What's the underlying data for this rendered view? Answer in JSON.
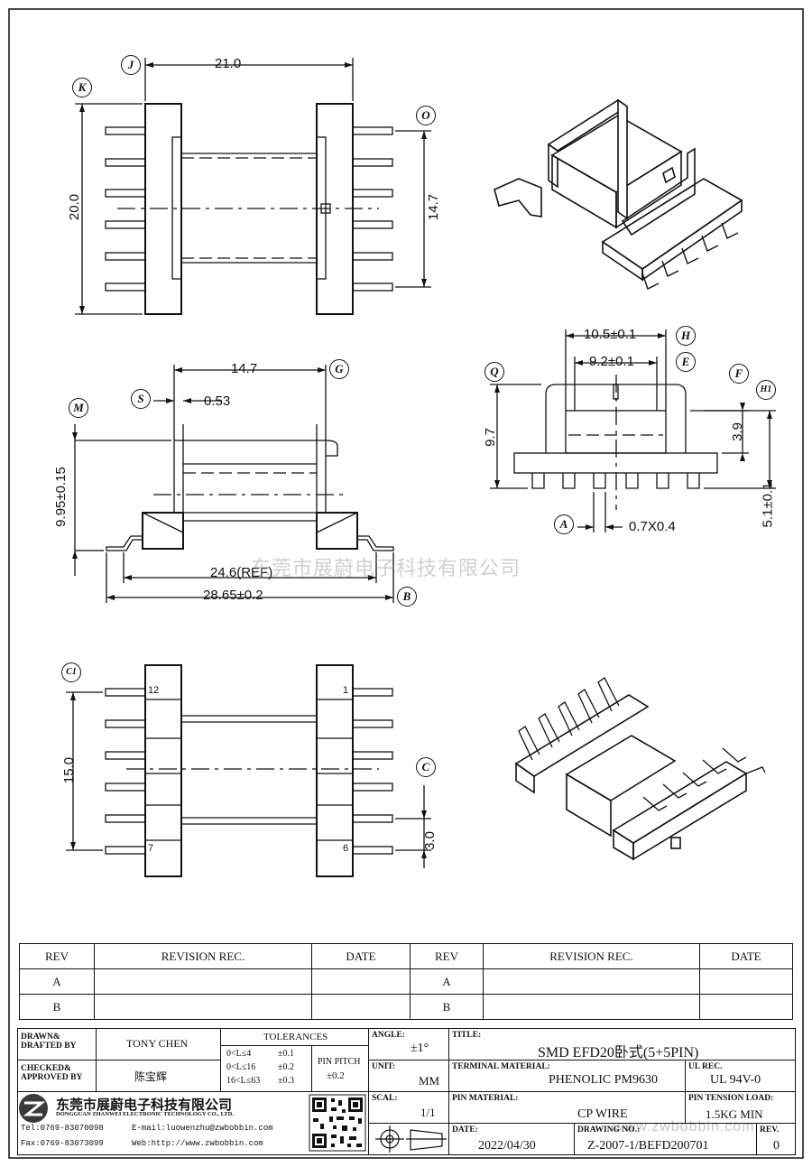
{
  "dims": {
    "top_width": "21.0",
    "top_height": "20.0",
    "top_pitch": "14.7",
    "front_width": "14.7",
    "front_offset": "0.53",
    "front_height": "9.95±0.15",
    "ref_width": "24.6(REF)",
    "total_width": "28.65±0.2",
    "side_outer": "10.5±0.1",
    "side_inner": "9.2±0.1",
    "side_height": "9.7",
    "side_gap": "3.9",
    "side_total": "5.1±0.1",
    "pin_size": "0.7X0.4",
    "bottom_height": "15.0",
    "bottom_pitch": "3.0"
  },
  "bubbles": {
    "J": "J",
    "K": "K",
    "O": "O",
    "S": "S",
    "G": "G",
    "M": "M",
    "B": "B",
    "H": "H",
    "E": "E",
    "Q": "Q",
    "F": "F",
    "H1": "H1",
    "A": "A",
    "C1": "C1",
    "C": "C"
  },
  "pins": {
    "p12": "12",
    "p1": "1",
    "p7": "7",
    "p6": "6"
  },
  "watermark": "东莞市展蔚电子科技有限公司",
  "watermark_url": "www.zwbobbin.com",
  "revision": {
    "headers": [
      "REV",
      "REVISION REC.",
      "DATE",
      "REV",
      "REVISION REC.",
      "DATE"
    ],
    "rows": [
      [
        "A",
        "",
        "",
        "A",
        "",
        ""
      ],
      [
        "B",
        "",
        "",
        "B",
        "",
        ""
      ]
    ]
  },
  "title_block": {
    "drawn_label": "DRAWN&\nDRAFTED BY",
    "drawn_value": "TONY CHEN",
    "checked_label": "CHECKED&\nAPPROVED BY",
    "checked_value": "陈宝辉",
    "tolerances_label": "TOLERANCES",
    "tol1": "0<L≤4",
    "tol1v": "±0.1",
    "tol2": "0<L≤16",
    "tol2v": "±0.2",
    "tol3": "16<L≤63",
    "tol3v": "±0.3",
    "pin_pitch_label": "PIN PITCH",
    "pin_pitch_value": "±0.2",
    "angle_label": "ANGLE:",
    "angle_value": "±1°",
    "unit_label": "UNIT:",
    "unit_value": "MM",
    "scale_label": "SCAL:",
    "scale_value": "1/1",
    "title_label": "TITLE:",
    "title_value": "SMD EFD20卧式(5+5PIN)",
    "terminal_label": "TERMINAL MATERIAL:",
    "terminal_value": "PHENOLIC PM9630",
    "ul_label": "UL REC.",
    "ul_value": "UL 94V-0",
    "pin_mat_label": "PIN MATERIAL:",
    "pin_mat_value": "CP WIRE",
    "tension_label": "PIN TENSION LOAD:",
    "tension_value": "1.5KG MIN",
    "date_label": "DATE:",
    "date_value": "2022/04/30",
    "drawing_label": "DRAWING NO.:",
    "drawing_value": "Z-2007-1/BEFD200701",
    "rev_label": "REV.",
    "rev_value": "0",
    "company_cn": "东莞市展蔚电子科技有限公司",
    "company_en": "DONGGUAN ZHANWEI ELECTRONIC TECHNOLOGY CO., LTD.",
    "tel": "Tel:0769-83070098",
    "email": "E-mail:luowenzhu@zwbobbin.com",
    "fax": "Fax:0769-83073099",
    "web": "Web:http://www.zwbobbin.com"
  }
}
